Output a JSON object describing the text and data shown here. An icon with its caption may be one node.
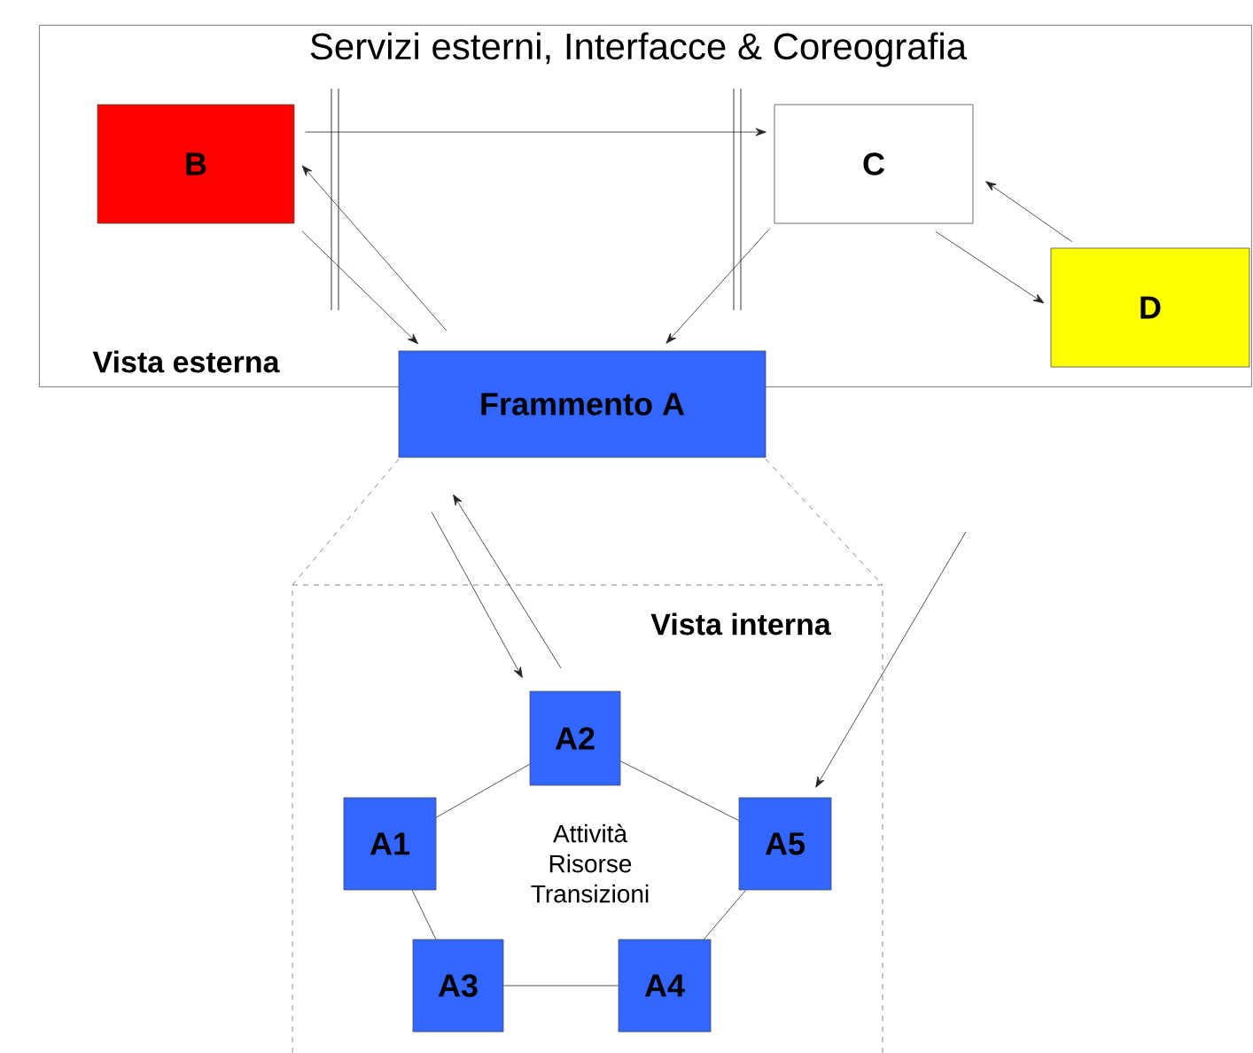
{
  "diagram": {
    "nodes": [
      {
        "text": [
          "Servizi esterni, Interfacce & Coreografia",
          "Vista esterna"
        ]
      },
      {
        "text": [
          "B"
        ],
        "in": 0
      },
      {
        "text": [
          "C"
        ],
        "in": 0
      },
      {
        "text": [
          "D"
        ],
        "in": 0
      },
      {
        "text": [
          "Frammento A"
        ]
      },
      {
        "text": [
          "Vista interna"
        ]
      },
      {
        "text": [
          "A2"
        ],
        "in": 5
      },
      {
        "text": [
          "A1"
        ],
        "in": 5
      },
      {
        "text": [
          "A5"
        ],
        "in": 5
      },
      {
        "text": [
          "A3"
        ],
        "in": 5
      },
      {
        "text": [
          "A4"
        ],
        "in": 5
      }
    ],
    "edges": [
      {
        "from": 1,
        "to": 2,
        "arrow": "to"
      },
      {
        "from": 1,
        "to": 4,
        "arrow": "to"
      },
      {
        "from": 4,
        "to": 1,
        "arrow": "to"
      },
      {
        "from": 2,
        "to": 4,
        "arrow": "to"
      },
      {
        "from": 2,
        "to": 3,
        "arrow": "to"
      },
      {
        "from": 3,
        "to": 2,
        "arrow": "to"
      },
      {
        "from": 4,
        "to": 6,
        "arrow": "to"
      },
      {
        "from": 6,
        "to": 4,
        "arrow": "to"
      },
      {
        "from": null,
        "to": 8,
        "arrow": "to"
      },
      {
        "from": 6,
        "to": 7,
        "arrow": "none"
      },
      {
        "from": 6,
        "to": 8,
        "arrow": "none"
      },
      {
        "from": 7,
        "to": 9,
        "arrow": "none"
      },
      {
        "from": 9,
        "to": 10,
        "arrow": "none"
      },
      {
        "from": 10,
        "to": 8,
        "arrow": "none"
      }
    ],
    "labels": [
      "Attività Risorse Transizioni"
    ]
  }
}
